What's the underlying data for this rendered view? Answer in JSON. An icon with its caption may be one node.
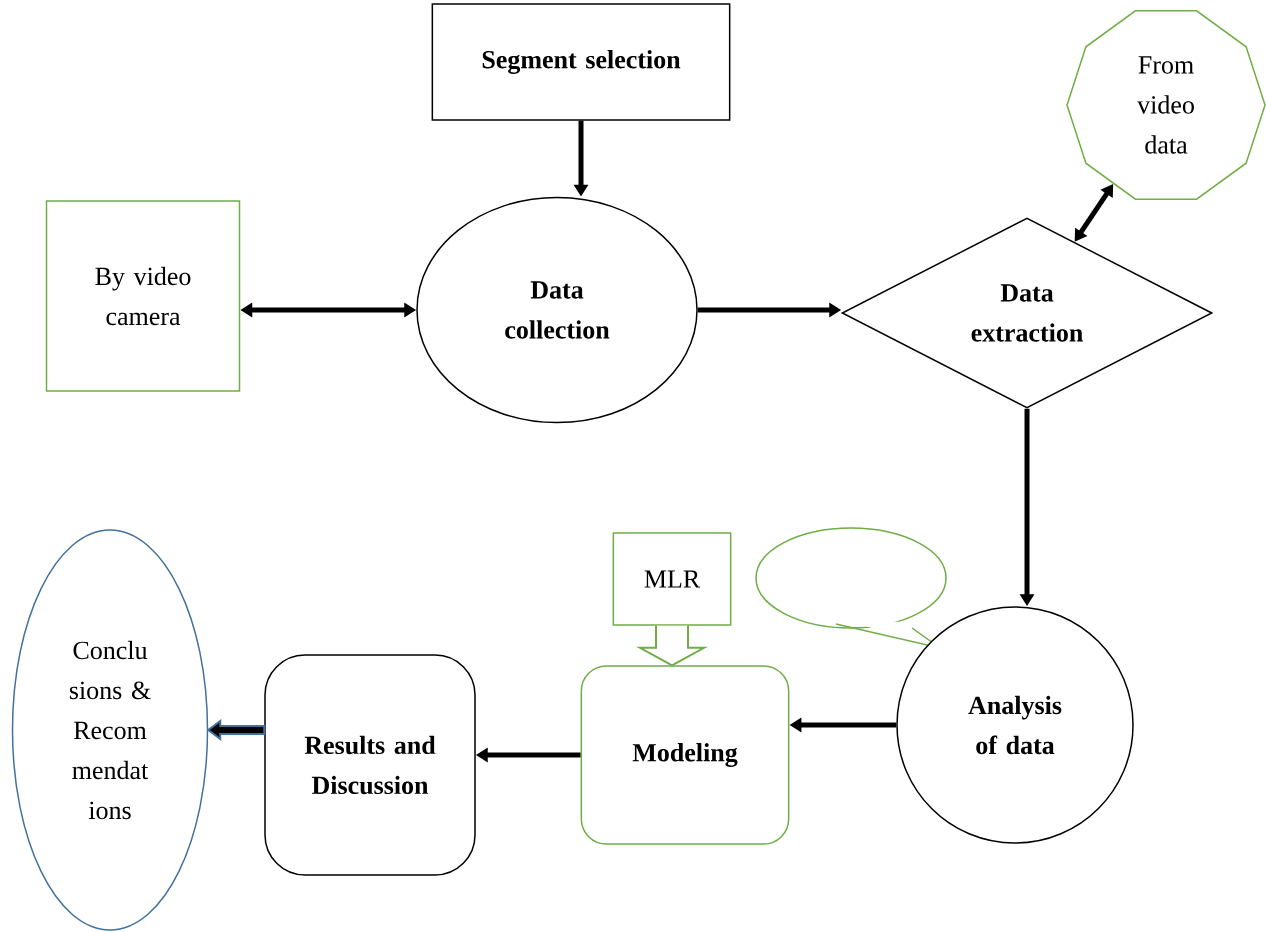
{
  "diagram": {
    "nodes": [
      {
        "text": [
          "Segment selection"
        ]
      },
      {
        "text": [
          "From video data"
        ]
      },
      {
        "text": [
          "By video camera"
        ]
      },
      {
        "text": [
          "Data collection"
        ]
      },
      {
        "text": [
          "Data extraction"
        ]
      },
      {
        "text": [
          "MLR"
        ]
      },
      {
        "text": [],
        "shape": "bubble"
      },
      {
        "text": [
          "Conclu sions & Recom mendat ions"
        ]
      },
      {
        "text": [
          "Analysis of data"
        ]
      },
      {
        "text": [
          "Results and Discussion"
        ]
      },
      {
        "text": [
          "Modeling"
        ]
      }
    ],
    "edges": [
      {
        "from": 0,
        "to": 3,
        "arrow": "to"
      },
      {
        "from": 3,
        "to": 2,
        "arrow": "both"
      },
      {
        "from": 3,
        "to": 4,
        "arrow": "to"
      },
      {
        "from": 4,
        "to": 1,
        "arrow": "both"
      },
      {
        "from": 4,
        "to": 8,
        "arrow": "to"
      },
      {
        "from": 8,
        "to": 10,
        "arrow": "to"
      },
      {
        "from": 10,
        "to": 9,
        "arrow": "to"
      },
      {
        "from": 9,
        "to": 7,
        "arrow": "to",
        "color": "#41719c"
      },
      {
        "from": 5,
        "to": 10,
        "arrow": "to",
        "color": "#70ad47"
      }
    ]
  }
}
